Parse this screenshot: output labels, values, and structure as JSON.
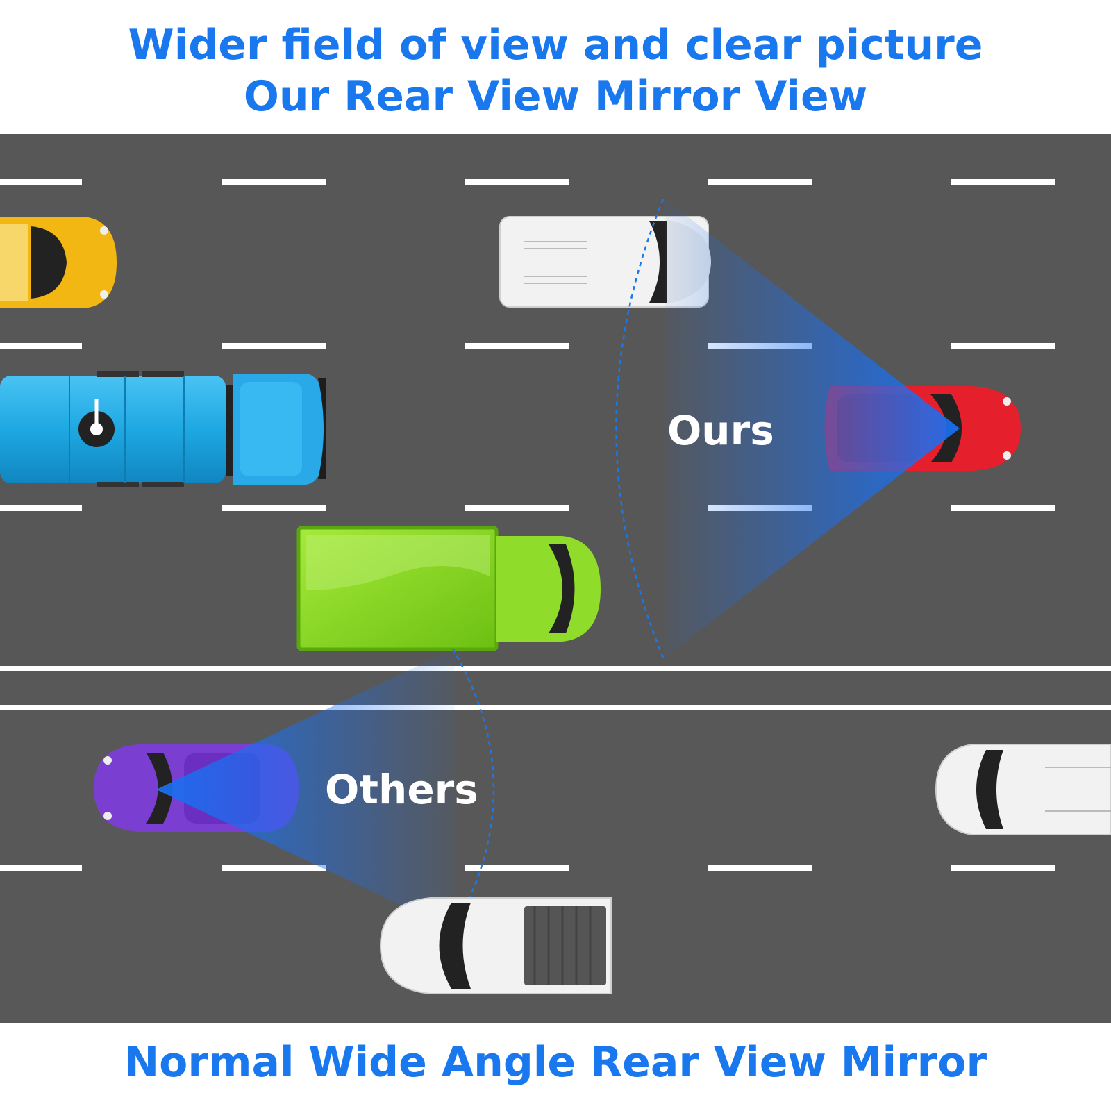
{
  "header": {
    "line1": "Wider field of view and clear picture",
    "line2": "Our Rear View Mirror View"
  },
  "labels": {
    "ours": "Ours",
    "others": "Others"
  },
  "footer": {
    "title": "Normal Wide Angle Rear View Mirror"
  },
  "colors": {
    "title_text": "#1a78ef",
    "road": "#575757",
    "lane_marking": "#ffffff",
    "view_cone": "#1a6ff0",
    "yellow_car": "#f2b713",
    "tanker": "#1ea8e2",
    "green_truck": "#7fd11c",
    "red_car": "#e5202c",
    "purple_car": "#7a3fd1",
    "white_vehicle": "#f2f2f2"
  }
}
